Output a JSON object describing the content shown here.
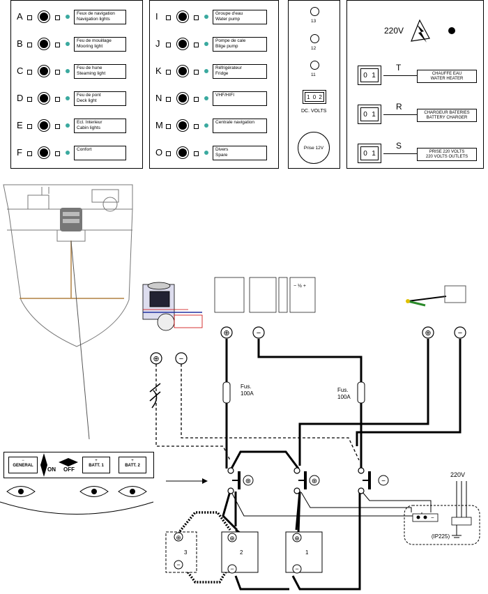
{
  "panel1": {
    "rows": [
      {
        "letter": "A",
        "line1": "Feux de navigation",
        "line2": "Navigation lights"
      },
      {
        "letter": "B",
        "line1": "Feu de mouillage",
        "line2": "Mooring light"
      },
      {
        "letter": "C",
        "line1": "Feu de hune",
        "line2": "Steaming light"
      },
      {
        "letter": "D",
        "line1": "Feu de pont",
        "line2": "Deck light"
      },
      {
        "letter": "E",
        "line1": "Ecl. Interieur",
        "line2": "Cabin lights"
      },
      {
        "letter": "F",
        "line1": "Confort",
        "line2": ""
      }
    ]
  },
  "panel2": {
    "rows": [
      {
        "letter": "I",
        "line1": "Groupe d'eau",
        "line2": "Water pump"
      },
      {
        "letter": "J",
        "line1": "Pompe de cale",
        "line2": "Bilge pump"
      },
      {
        "letter": "K",
        "line1": "Réfrigérateur",
        "line2": "Fridge"
      },
      {
        "letter": "N",
        "line1": "VHF/HIFI",
        "line2": ""
      },
      {
        "letter": "M",
        "line1": "Centrale navigation",
        "line2": ""
      },
      {
        "letter": "O",
        "line1": "Divers",
        "line2": "Spare"
      }
    ]
  },
  "panel3": {
    "fuse_labels": [
      "13",
      "12",
      "11"
    ],
    "dc_switch": {
      "left": "1",
      "mid": "0",
      "right": "2"
    },
    "dc_label": "DC. VOLTS",
    "socket_label": "Prise 12V"
  },
  "panel4": {
    "voltage": "220V",
    "switches": [
      {
        "letter": "T",
        "off": "0",
        "on": "1",
        "line1": "CHAUFFE EAU",
        "line2": "WATER HEATER"
      },
      {
        "letter": "R",
        "off": "0",
        "on": "1",
        "line1": "CHARGEUR BATERIES",
        "line2": "BATTERY CHARGER"
      },
      {
        "letter": "S",
        "off": "0",
        "on": "1",
        "line1": "PRISE 220 VOLTS",
        "line2": "220 VOLTS OUTLETS"
      }
    ]
  },
  "battery_switch_panel": {
    "general": "GENERAL",
    "batt1": "BATT. 1",
    "batt2": "BATT. 2",
    "on": "ON",
    "off": "OFF",
    "minus": "−",
    "plus": "+"
  },
  "wiring": {
    "fuse1_label": "Fus.",
    "fuse1_value": "100A",
    "fuse2_label": "Fus.",
    "fuse2_value": "100A",
    "voltage_220": "220V",
    "charger_label": "(IP225)",
    "battery_labels": [
      "3",
      "2",
      "1"
    ],
    "plus": "+",
    "minus": "−"
  }
}
